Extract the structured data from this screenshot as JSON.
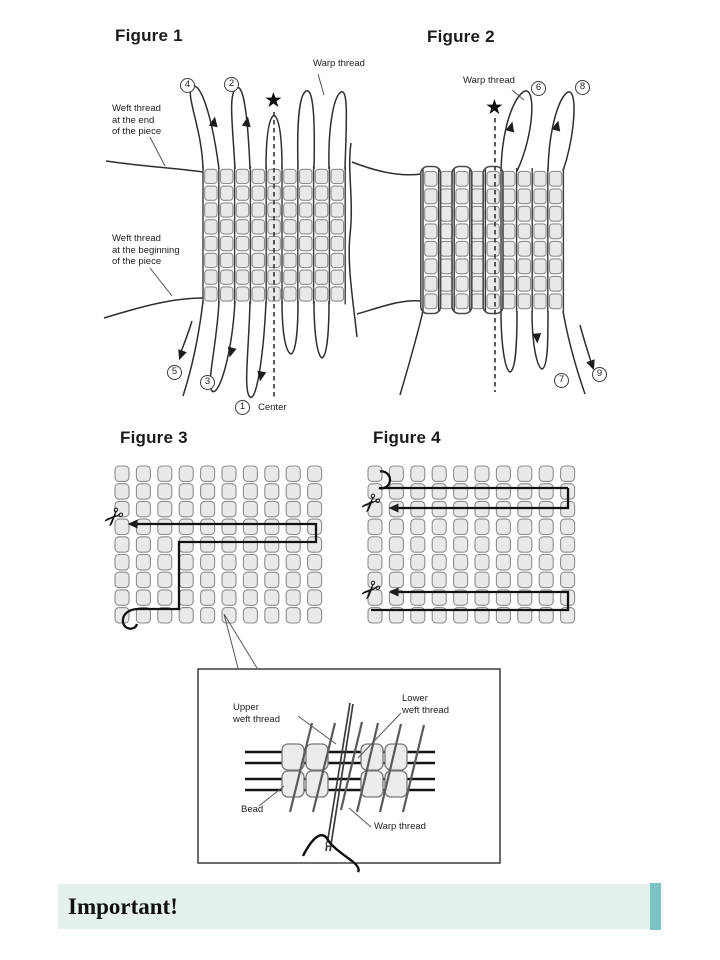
{
  "fig1": {
    "title": "Figure 1",
    "warp_label": "Warp thread",
    "weft_end_label": "Weft thread\nat the end\nof the piece",
    "weft_begin_label": "Weft thread\nat the beginning\nof the piece",
    "center_label": "Center",
    "star_icon": "★",
    "n4": "4",
    "n2": "2",
    "n5": "5",
    "n3": "3",
    "n1": "1"
  },
  "fig2": {
    "title": "Figure 2",
    "warp_label": "Warp thread",
    "star_icon": "★",
    "n6": "6",
    "n8": "8",
    "n7": "7",
    "n9": "9"
  },
  "fig3": {
    "title": "Figure 3",
    "scissors_icon": "✂"
  },
  "fig4": {
    "title": "Figure 4",
    "scissors_icon": "✂"
  },
  "inset": {
    "upper_label": "Upper\nweft thread",
    "lower_label": "Lower\nweft thread",
    "bead_label": "Bead",
    "warp_label": "Warp thread"
  },
  "banner": {
    "text": "Important!"
  },
  "colors": {
    "banner_bg": "#e4f1ef",
    "banner_bar": "#7cc3c6",
    "bead_fill": "#e9e9e9",
    "bead_stroke": "#8d8d8d"
  },
  "grids": {
    "fig1": {
      "cols": 9,
      "rows": 8
    },
    "fig2": {
      "cols": 9,
      "rows": 8
    },
    "fig3": {
      "cols": 10,
      "rows": 9
    },
    "fig4": {
      "cols": 10,
      "rows": 9
    },
    "inset_beads_per_row": 4,
    "inset_rows": 2
  }
}
